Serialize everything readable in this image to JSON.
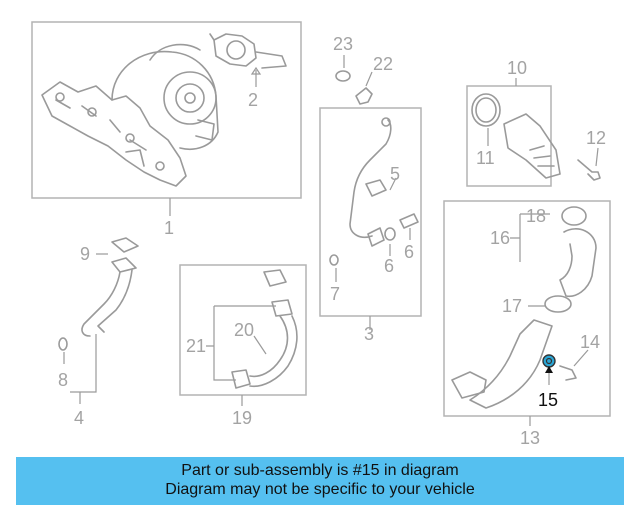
{
  "callouts": [
    "1",
    "2",
    "3",
    "4",
    "5",
    "6",
    "6",
    "7",
    "8",
    "9",
    "10",
    "11",
    "12",
    "13",
    "14",
    "15",
    "16",
    "17",
    "18",
    "19",
    "20",
    "21",
    "22",
    "23"
  ],
  "highlight_color": "#2aa6d6",
  "banner": {
    "background": "#55c0f0",
    "line1": "Part or sub-assembly is #15 in diagram",
    "line2": "Diagram may not be specific to your vehicle"
  }
}
